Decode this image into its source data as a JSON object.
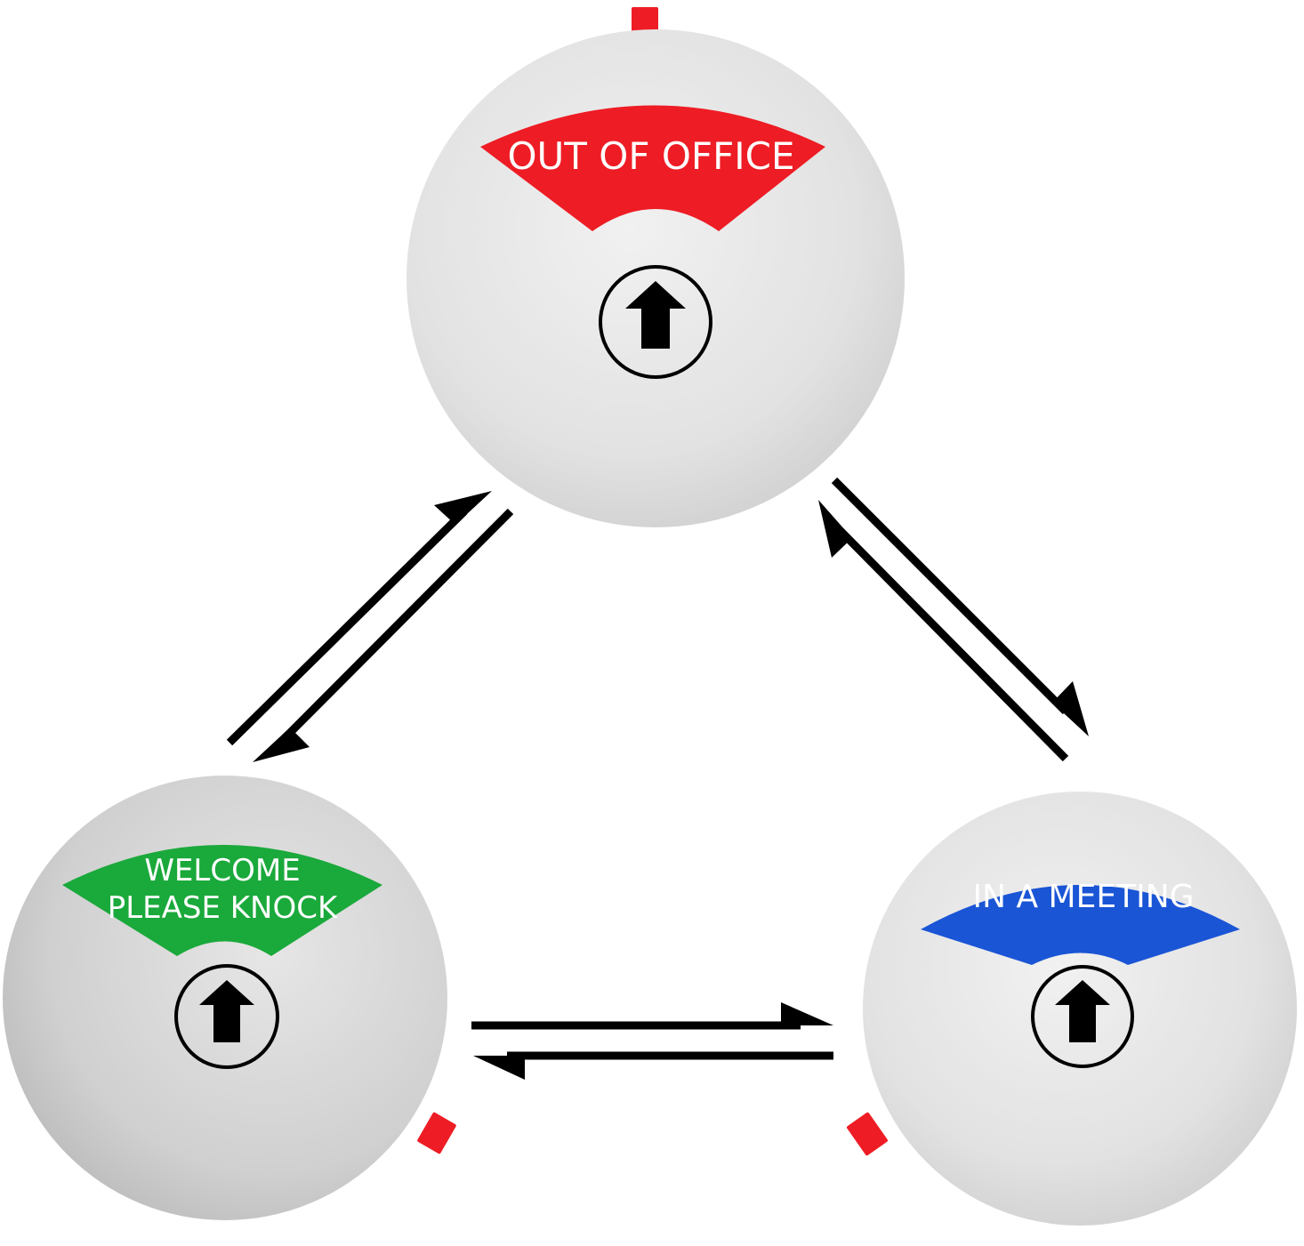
{
  "signs": {
    "top": {
      "label_lines": [
        "OUT OF OFFICE"
      ],
      "color": "#ee1c24"
    },
    "left": {
      "label_lines": [
        "WELCOME",
        "PLEASE KNOCK"
      ],
      "color": "#1aa93b"
    },
    "right": {
      "label_lines": [
        "IN A MEETING"
      ],
      "color": "#1a55d6"
    }
  },
  "colors": {
    "disc": "#e4e4e4",
    "tab": "#ee1c24",
    "arrow": "#000000",
    "background": "#ffffff"
  },
  "icons": {
    "sign_center": "up-arrow-in-circle-icon",
    "transition": "double-arrow-icon"
  }
}
